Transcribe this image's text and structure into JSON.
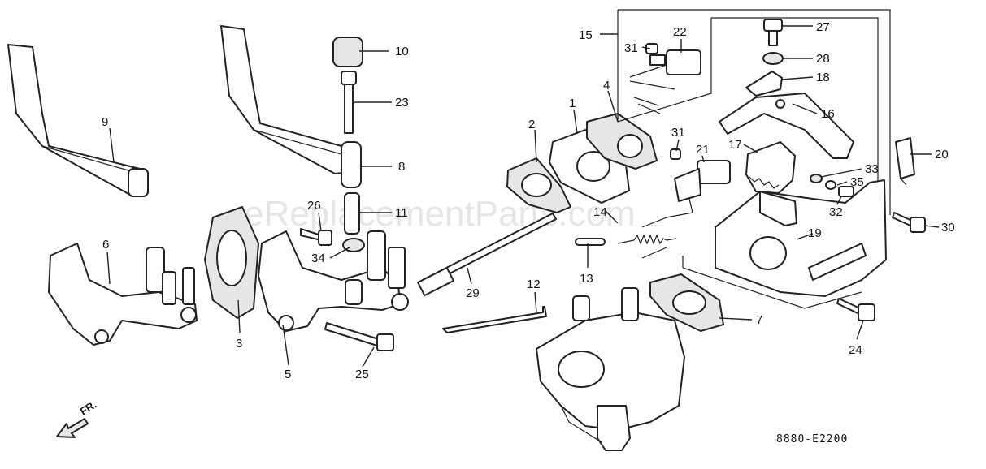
{
  "diagram_code": "8880-E2200",
  "front_indicator": "FR.",
  "watermark": "eReplacementParts.com",
  "callouts": {
    "c1": "1",
    "c2": "2",
    "c3": "3",
    "c4": "4",
    "c5": "5",
    "c6": "6",
    "c7": "7",
    "c8": "8",
    "c9": "9",
    "c10": "10",
    "c11": "11",
    "c12": "12",
    "c13": "13",
    "c14": "14",
    "c15": "15",
    "c16": "16",
    "c17": "17",
    "c18": "18",
    "c19": "19",
    "c20": "20",
    "c21": "21",
    "c22": "22",
    "c23": "23",
    "c24": "24",
    "c25": "25",
    "c26": "26",
    "c27": "27",
    "c28": "28",
    "c29": "29",
    "c30": "30",
    "c31a": "31",
    "c31b": "31",
    "c32": "32",
    "c33": "33",
    "c34": "34",
    "c35": "35"
  }
}
